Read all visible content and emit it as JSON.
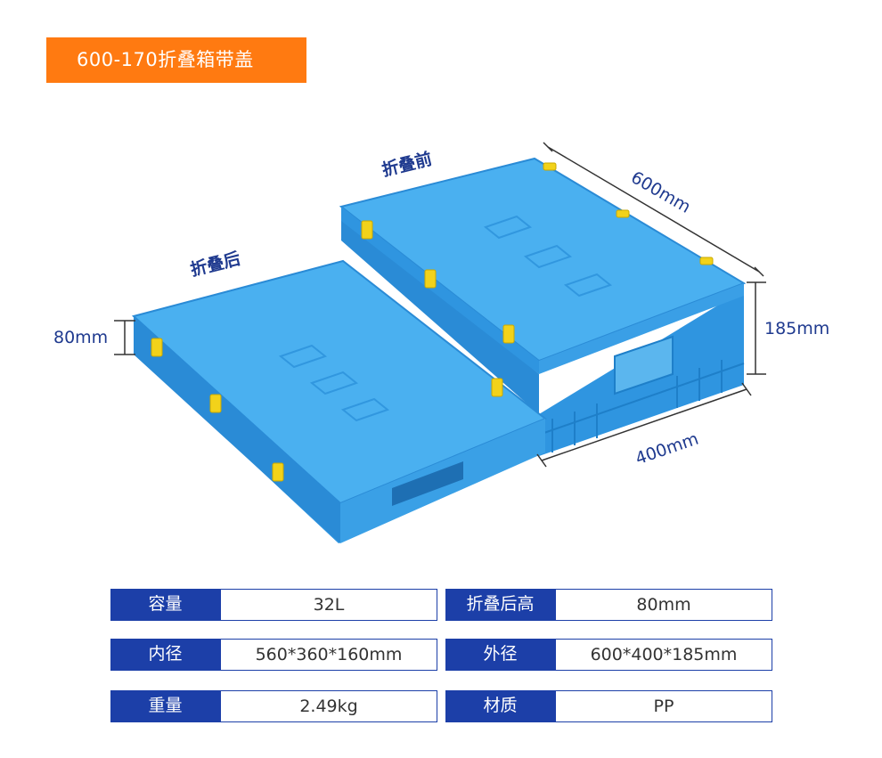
{
  "header": {
    "title": "600-170折叠箱带盖"
  },
  "figure": {
    "labels": {
      "folded_before": "折叠前",
      "folded_after": "折叠后",
      "length": "600mm",
      "width": "400mm",
      "height": "185mm",
      "folded_height": "80mm"
    },
    "colors": {
      "box_blue": "#3aa3ea",
      "box_blue_light": "#6cc2f4",
      "box_blue_dark": "#1e7fc9",
      "latch_yellow": "#f2d21a",
      "dimension_line": "#333333",
      "label_text": "#1f3a8f"
    }
  },
  "specs": {
    "rows": [
      {
        "k1": "容量",
        "v1": "32L",
        "k2": "折叠后高",
        "v2": "80mm"
      },
      {
        "k1": "内径",
        "v1": "560*360*160mm",
        "k2": "外径",
        "v2": "600*400*185mm"
      },
      {
        "k1": "重量",
        "v1": "2.49kg",
        "k2": "材质",
        "v2": "PP"
      }
    ]
  }
}
